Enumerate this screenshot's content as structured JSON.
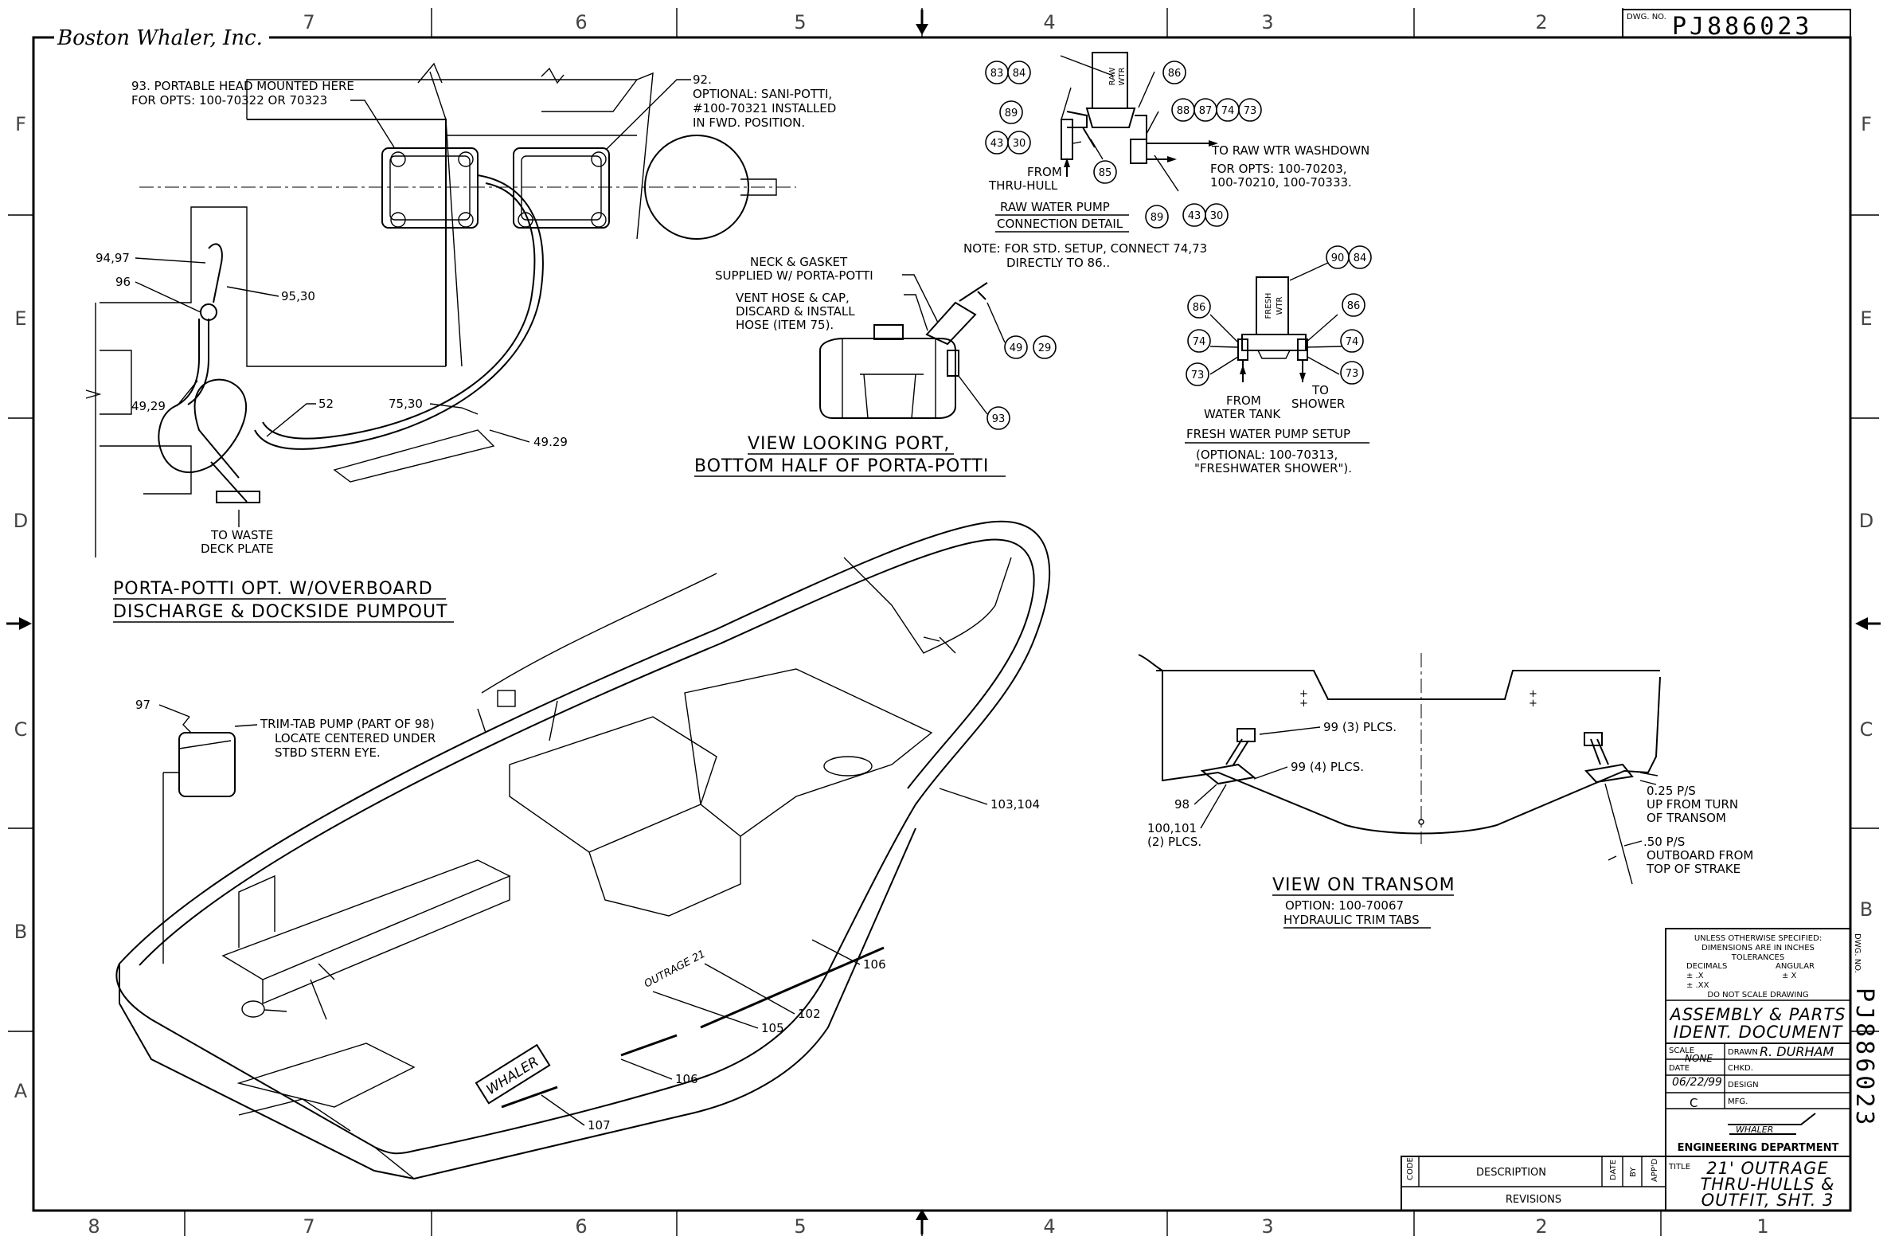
{
  "company": "Boston Whaler, Inc.",
  "dwg_no_label": "DWG. NO.",
  "dwg_no": "PJ886023",
  "dwg_no_vertical": "PJ886023",
  "zones": {
    "top": [
      "7",
      "6",
      "5",
      "4",
      "3",
      "2"
    ],
    "bottom": [
      "8",
      "7",
      "6",
      "5",
      "4",
      "3",
      "2",
      "1"
    ],
    "left": [
      "F",
      "E",
      "D",
      "C",
      "B",
      "A"
    ],
    "right": [
      "F",
      "E",
      "D",
      "C",
      "B"
    ]
  },
  "porta": {
    "title1": "PORTA-POTTI OPT. W/OVERBOARD",
    "title2": "DISCHARGE & DOCKSIDE PUMPOUT",
    "c93_1": "93. PORTABLE HEAD MOUNTED HERE",
    "c93_2": "FOR OPTS: 100-70322 OR 70323",
    "c92_1": "92.",
    "c92_2": "OPTIONAL: SANI-POTTI,",
    "c92_3": "#100-70321 INSTALLED",
    "c92_4": "IN FWD. POSITION.",
    "c9497": "94,97",
    "c96": "96",
    "c9530": "95,30",
    "c4929a": "49,29",
    "c52": "52",
    "c7530": "75,30",
    "c4929b": "49.29",
    "waste1": "TO WASTE",
    "waste2": "DECK PLATE"
  },
  "raw": {
    "b83": "83",
    "b84": "84",
    "b86": "86",
    "b89": "89",
    "b88": "88",
    "b87": "87",
    "b74": "74",
    "b73": "73",
    "b43": "43",
    "b30": "30",
    "b85": "85",
    "b89b": "89",
    "b43b": "43",
    "b30b": "30",
    "pump1": "RAW",
    "pump2": "WTR",
    "from1": "FROM",
    "from2": "THRU-HULL",
    "to_wash": "TO  RAW WTR WASHDOWN",
    "opts1": "FOR OPTS: 100-70203,",
    "opts2": "100-70210, 100-70333.",
    "title1": "RAW WATER PUMP",
    "title2": "CONNECTION DETAIL",
    "note1": "NOTE: FOR STD. SETUP, CONNECT 74,73",
    "note2": "DIRECTLY TO 86.."
  },
  "fresh": {
    "b90": "90",
    "b84": "84",
    "b86l": "86",
    "b86r": "86",
    "b74l": "74",
    "b74r": "74",
    "b73l": "73",
    "b73r": "73",
    "pump1": "FRESH",
    "pump2": "WTR",
    "from1": "FROM",
    "from2": "WATER TANK",
    "to1": "TO",
    "to2": "SHOWER",
    "title": "FRESH WATER PUMP SETUP",
    "opt1": "(OPTIONAL: 100-70313,",
    "opt2": "\"FRESHWATER SHOWER\")."
  },
  "view_port": {
    "neck1": "NECK & GASKET",
    "neck2": "SUPPLIED W/ PORTA-POTTI",
    "vent1": "VENT HOSE & CAP,",
    "vent2": "DISCARD & INSTALL",
    "vent3": "HOSE (ITEM 75).",
    "b49": "49",
    "b29": "29",
    "b93": "93",
    "title1": "VIEW LOOKING PORT,",
    "title2": "BOTTOM HALF OF PORTA-POTTI"
  },
  "boat": {
    "c97": "97",
    "trim1": "TRIM-TAB PUMP (PART OF 98)",
    "trim2": "LOCATE CENTERED UNDER",
    "trim3": "STBD STERN EYE.",
    "c103": "103,104",
    "c106a": "106",
    "c102": "102",
    "c105": "105",
    "c106b": "106",
    "c107": "107",
    "brand": "WHALER",
    "model": "OUTRAGE 21"
  },
  "transom": {
    "c99a": "99 (3) PLCS.",
    "c99b": "99 (4) PLCS.",
    "c98": "98",
    "c100_1": "100,101",
    "c100_2": "(2) PLCS.",
    "d1": "0.25 P/S",
    "d2": "UP FROM TURN",
    "d3": "OF TRANSOM",
    "d4": ".50 P/S",
    "d5": "OUTBOARD FROM",
    "d6": "TOP OF STRAKE",
    "title": "VIEW ON TRANSOM",
    "sub1": "OPTION: 100-70067",
    "sub2": "HYDRAULIC TRIM TABS"
  },
  "tblock": {
    "tol1": "UNLESS OTHERWISE SPECIFIED:",
    "tol2": "DIMENSIONS ARE IN INCHES",
    "tol3": "TOLERANCES",
    "tol4": "DECIMALS",
    "tol5": "ANGULAR",
    "tol6": "± .X",
    "tol7": "± X",
    "tol8": "± .XX",
    "tol9": "DO NOT SCALE DRAWING",
    "assy1": "ASSEMBLY & PARTS",
    "assy2": "IDENT. DOCUMENT",
    "scale_label": "SCALE",
    "scale": "NONE",
    "drawn_label": "DRAWN",
    "drawn": "R. DURHAM",
    "chkd": "CHKD.",
    "date_label": "DATE",
    "date": "06/22/99",
    "design": "DESIGN",
    "rev": "C",
    "mfg": "MFG.",
    "dept": "ENGINEERING DEPARTMENT",
    "logo": "WHALER",
    "title_label": "TITLE",
    "title1": "21' OUTRAGE",
    "title2": "THRU-HULLS &",
    "title3": "OUTFIT, SHT. 3",
    "code": "CODE",
    "description": "DESCRIPTION",
    "date_col": "DATE",
    "by": "BY",
    "appd": "APP'D",
    "revisions": "REVISIONS",
    "dwg_label": "DWG. NO."
  }
}
